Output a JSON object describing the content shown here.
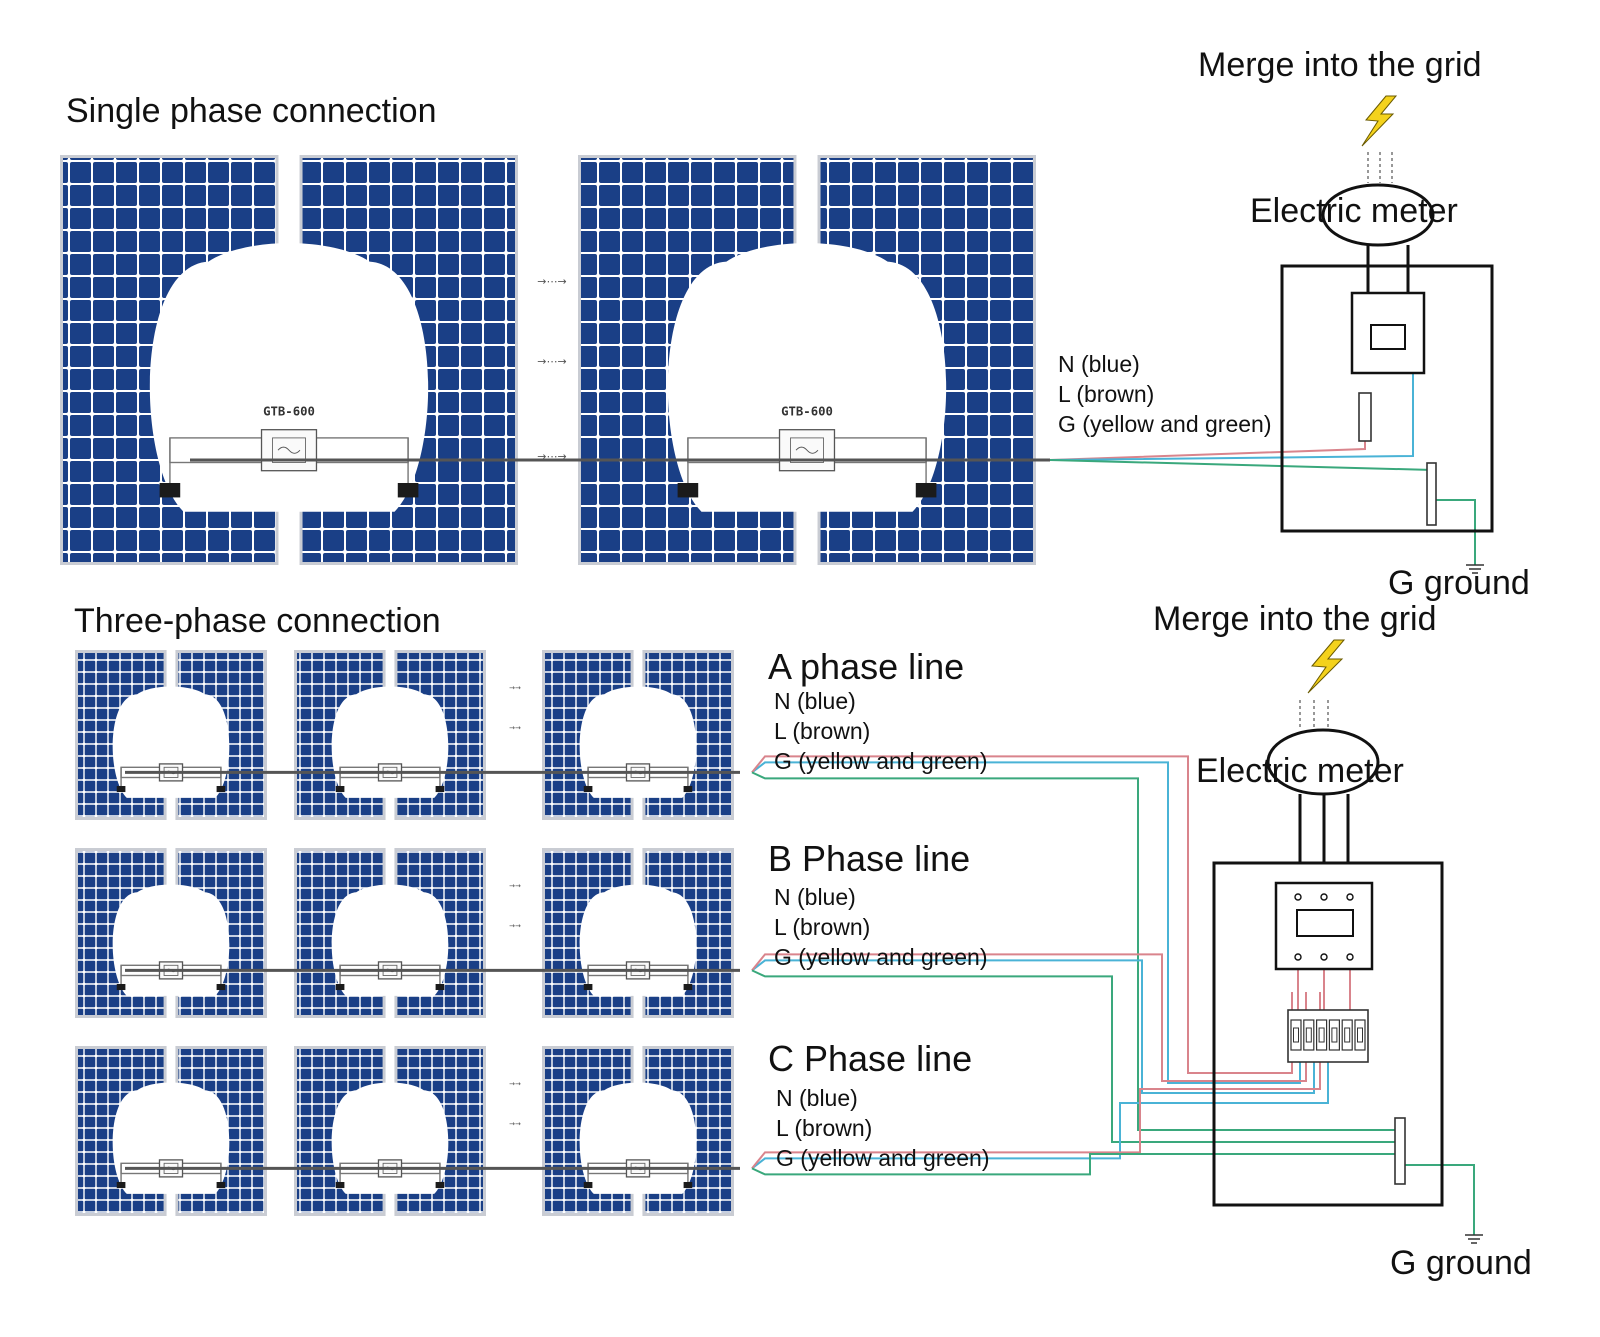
{
  "single": {
    "title": "Single phase connection",
    "grid_label": "Merge into the grid",
    "meter_label": "Electric meter",
    "ground_label": "G ground",
    "inverter_model": "GTB-600",
    "wires": {
      "n": "N (blue)",
      "l": "L (brown)",
      "g": "G (yellow and  green)"
    }
  },
  "three": {
    "title": "Three-phase connection",
    "grid_label": "Merge into the grid",
    "meter_label": "Electric meter",
    "ground_label": "G ground",
    "phases": [
      {
        "title": "A phase line",
        "n": "N (blue)",
        "l": "L (brown)",
        "g": "G (yellow and  green)"
      },
      {
        "title": "B Phase line",
        "n": "N (blue)",
        "l": "L (brown)",
        "g": "G (yellow and  green)"
      },
      {
        "title": "C Phase line",
        "n": "N (blue)",
        "l": "L (brown)",
        "g": "G (yellow and  green)"
      }
    ]
  },
  "colors": {
    "panel": "#1a3f86",
    "panel_frame": "#c9ccd3",
    "cell_gap": "#ffffff",
    "wire_blue": "#4ab3d6",
    "wire_brown": "#d9848c",
    "wire_green": "#3aa87c",
    "bolt": "#f4d21c"
  }
}
